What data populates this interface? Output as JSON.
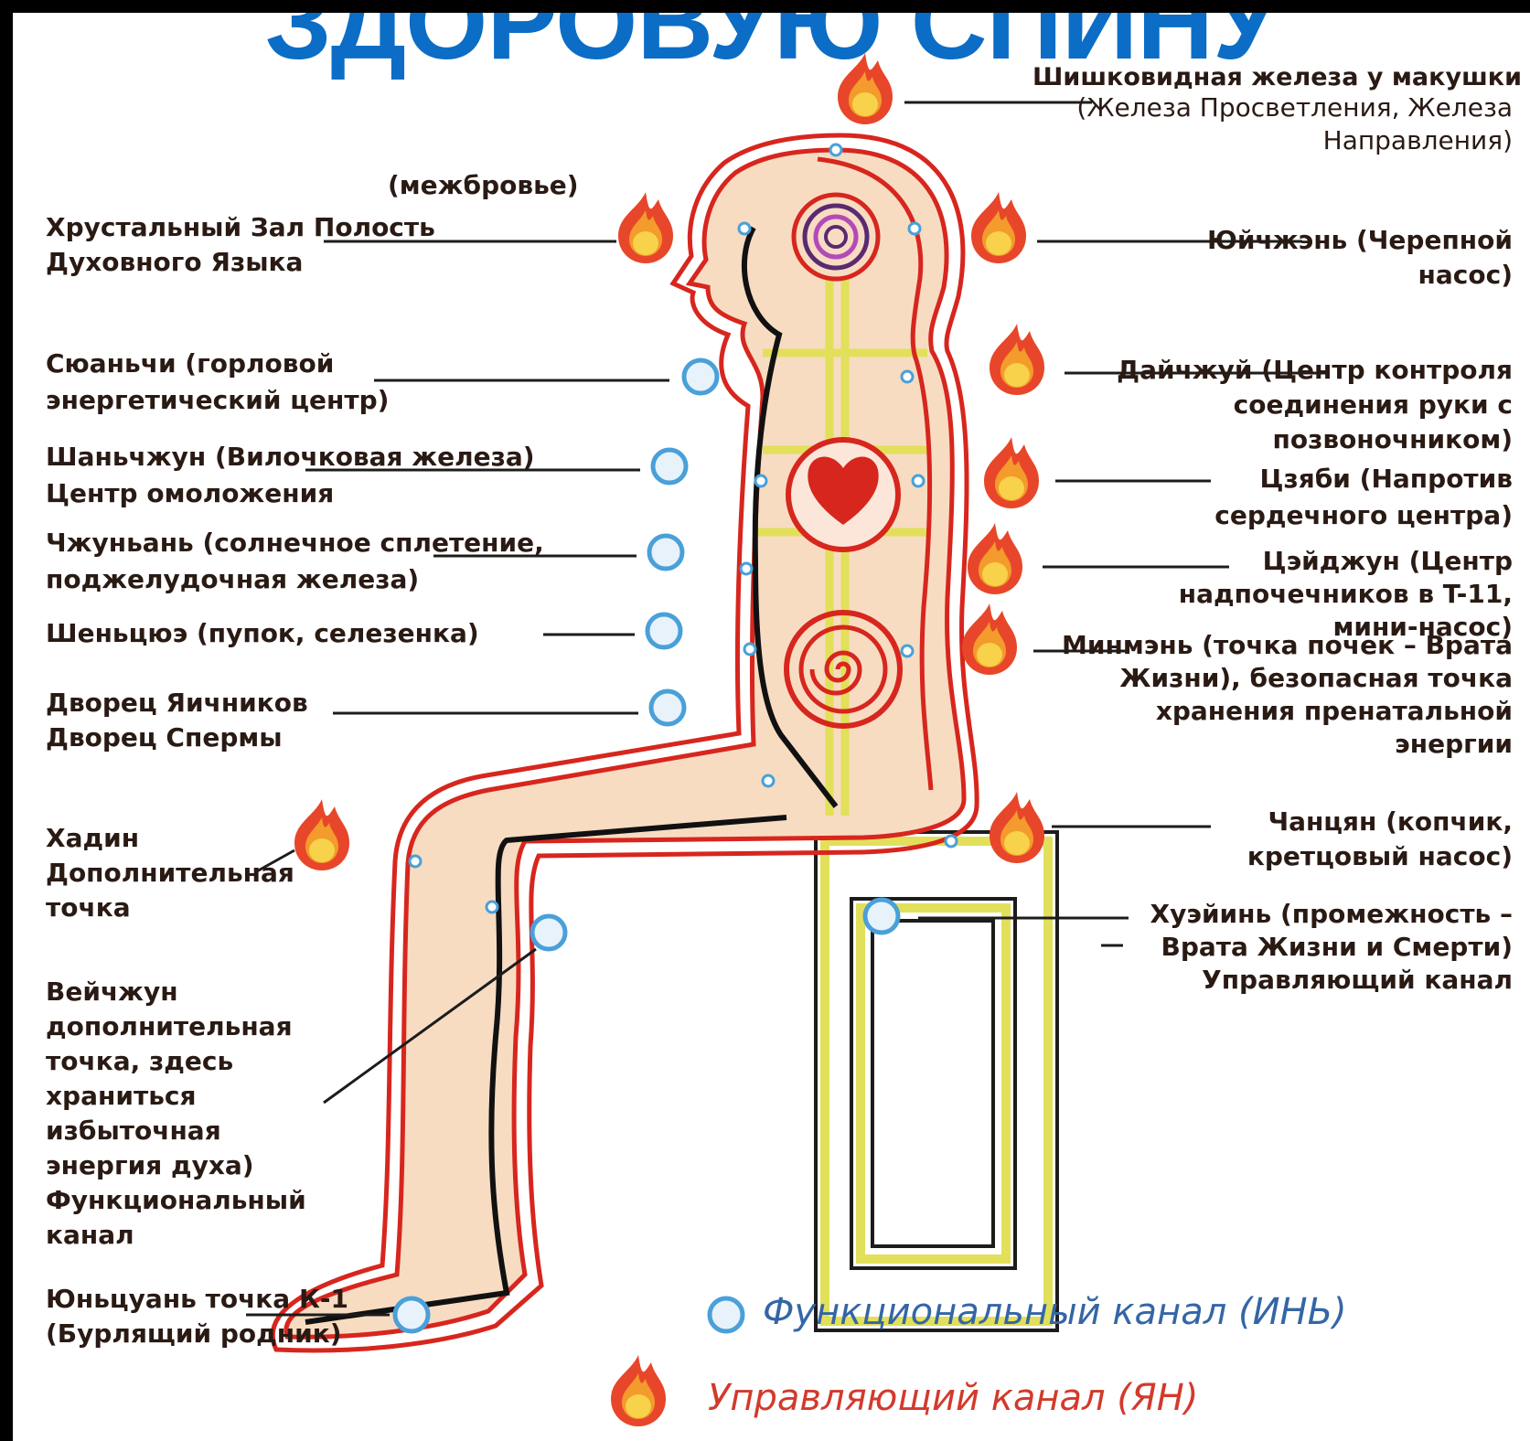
{
  "title": "ЗДОРОВУЮ СПИНУ",
  "colors": {
    "title": "#0b6dc6",
    "yang_channel": "#d7261e",
    "yin_channel": "#111111",
    "spine": "#e2e05a",
    "body_fill": "#f7dcc2",
    "yin_point": "#4aa0d8",
    "fire": "#e8462a"
  },
  "labels": {
    "pineal": "Шишковидная железа у макушки",
    "pineal_sub": "(Железа Просветления, Железа Направления)",
    "brow": "(межбровье)",
    "crystal": "Хрустальный Зал Полость Духовного Языка",
    "yuzhen": "Юйчжэнь (Черепной насос)",
    "throat": "Сюаньчи (горловой энергетический центр)",
    "dazhui": "Дайчжуй (Центр контроля соединения руки с позвоночником)",
    "thymus": "Шаньчжун (Вилочковая железа) Центр омоложения",
    "jiaji": "Цзяби (Напротив сердечного центра)",
    "solar": "Чжуньань (солнечное сплетение, поджелудочная железа)",
    "adrenal": "Цэйджун (Центр надпочечников в T-11, мини-насос)",
    "navel": "Шеньцюэ (пупок, селезенка)",
    "mingmen": "Минмэнь (точка почек – Врата Жизни), безопасная точка хранения пренатальной энергии",
    "ovary": "Дворец Яичников Дворец Спермы",
    "sacrum": "Чанцян (копчик, кретцовый насос)",
    "hadin": "Хадин Дополнительная точка",
    "huiyin": "Хуэйинь (промежность – Врата Жизни и Смерти) Управляющий канал",
    "weizhong": "Вейчжун дополнительная точка, здесь храниться избыточная энергия духа) Функциональный канал",
    "yongquan": "Юньцуань точка К-1 (Бурлящий родник)"
  },
  "legend": {
    "yin": "Функциональный канал (ИНЬ)",
    "yang": "Управляющий канал (ЯН)"
  }
}
